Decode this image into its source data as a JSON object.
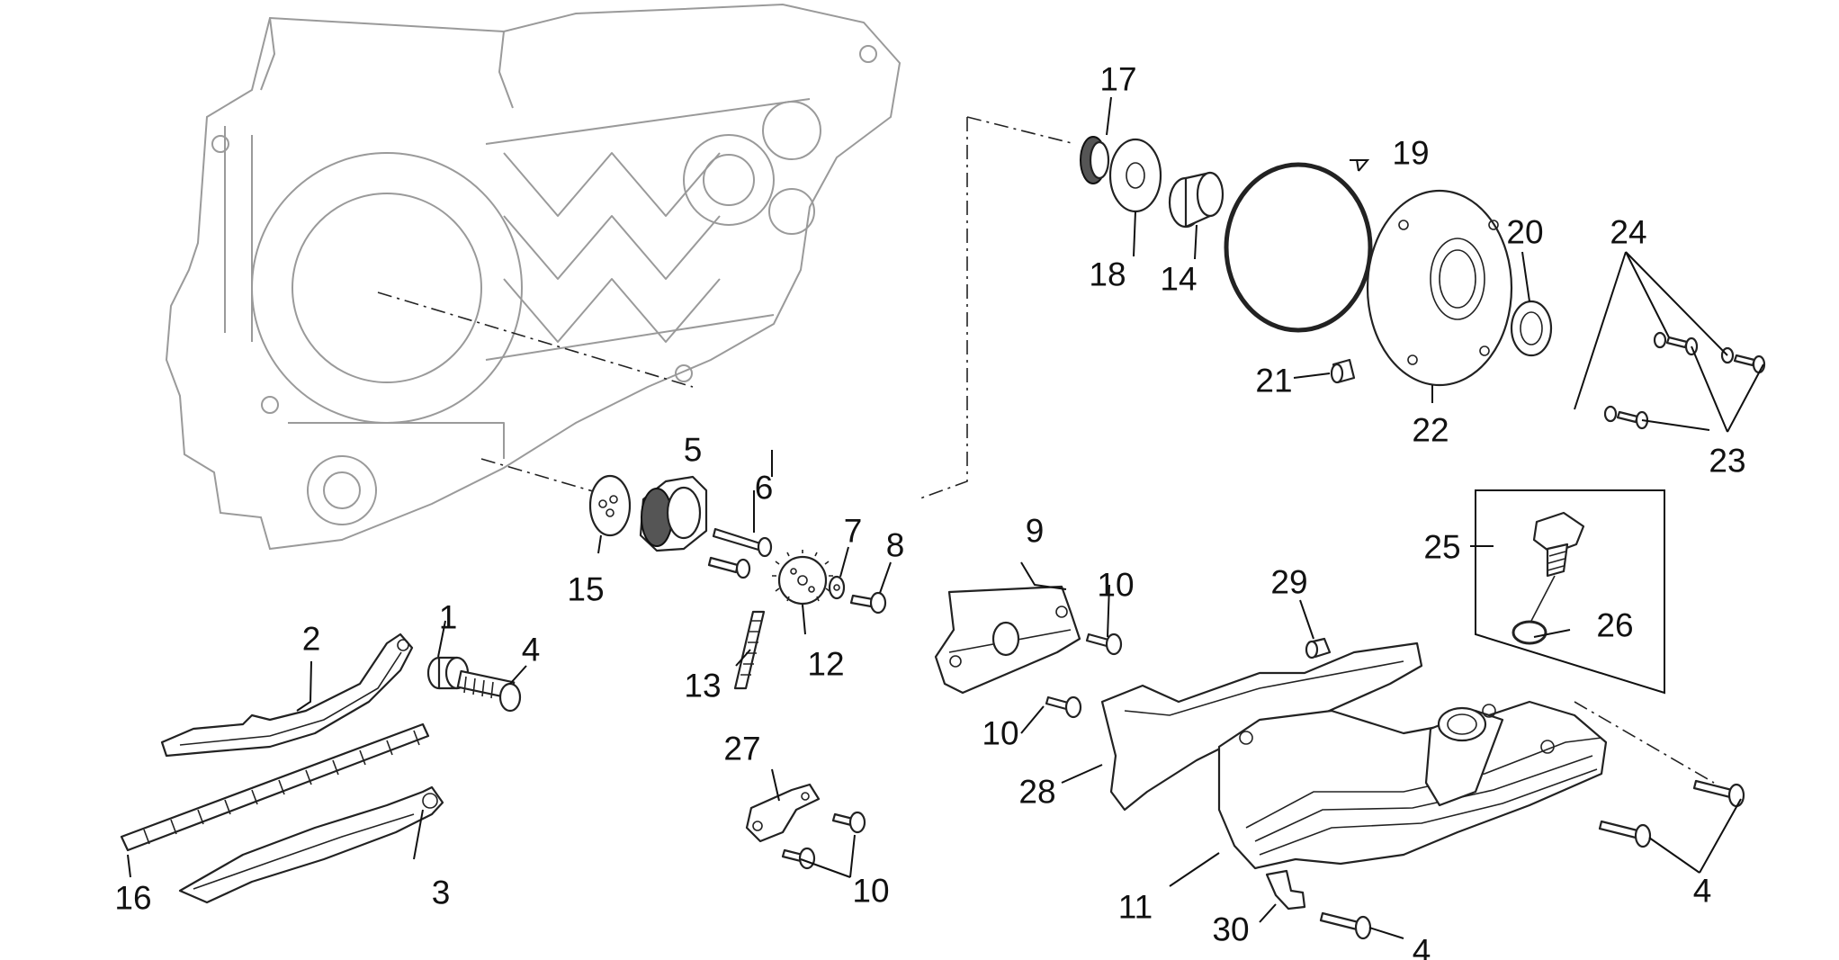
{
  "callouts": [
    {
      "id": "c1",
      "text": "1"
    },
    {
      "id": "c2",
      "text": "2"
    },
    {
      "id": "c3",
      "text": "3"
    },
    {
      "id": "c4a",
      "text": "4"
    },
    {
      "id": "c4b",
      "text": "4"
    },
    {
      "id": "c4c",
      "text": "4"
    },
    {
      "id": "c5",
      "text": "5"
    },
    {
      "id": "c6",
      "text": "6"
    },
    {
      "id": "c7",
      "text": "7"
    },
    {
      "id": "c8",
      "text": "8"
    },
    {
      "id": "c9",
      "text": "9"
    },
    {
      "id": "c10a",
      "text": "10"
    },
    {
      "id": "c10b",
      "text": "10"
    },
    {
      "id": "c10c",
      "text": "10"
    },
    {
      "id": "c11",
      "text": "11"
    },
    {
      "id": "c12",
      "text": "12"
    },
    {
      "id": "c13",
      "text": "13"
    },
    {
      "id": "c14",
      "text": "14"
    },
    {
      "id": "c15",
      "text": "15"
    },
    {
      "id": "c16",
      "text": "16"
    },
    {
      "id": "c17",
      "text": "17"
    },
    {
      "id": "c18",
      "text": "18"
    },
    {
      "id": "c19",
      "text": "19"
    },
    {
      "id": "c20",
      "text": "20"
    },
    {
      "id": "c21",
      "text": "21"
    },
    {
      "id": "c22",
      "text": "22"
    },
    {
      "id": "c23",
      "text": "23"
    },
    {
      "id": "c24",
      "text": "24"
    },
    {
      "id": "c25",
      "text": "25"
    },
    {
      "id": "c26",
      "text": "26"
    },
    {
      "id": "c27",
      "text": "27"
    },
    {
      "id": "c28",
      "text": "28"
    },
    {
      "id": "c29",
      "text": "29"
    },
    {
      "id": "c30",
      "text": "30"
    }
  ]
}
